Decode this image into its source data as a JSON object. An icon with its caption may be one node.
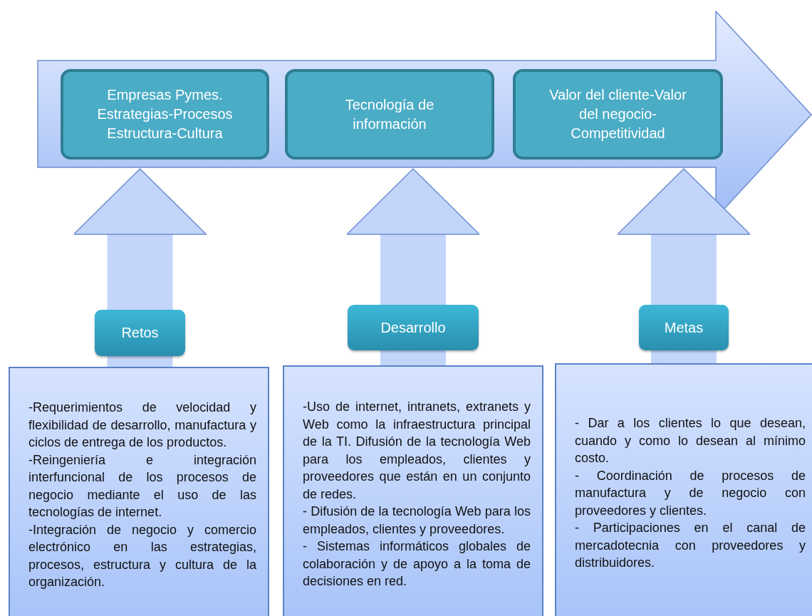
{
  "diagram": {
    "nodes": [
      {
        "text": [],
        "shape": "arrow"
      },
      {
        "text": [
          "Empresas Pymes. Estrategias-Procesos Estructura-Cultura"
        ],
        "in": 0
      },
      {
        "text": [
          "Tecnología de información"
        ],
        "in": 0
      },
      {
        "text": [
          "Valor del cliente-Valor del negocio-Competitividad"
        ],
        "in": 0
      },
      {
        "text": [
          "-Requerimientos de velocidad y flexibilidad de desarrollo, manufactura y ciclos de entrega de los productos.",
          "-Reingeniería e integración interfuncional de los procesos de negocio mediante el uso de las tecnologías de internet.",
          "-Integración de negocio y comercio electrónico en las estrategias, procesos, estructura y cultura de la organización."
        ]
      },
      {
        "text": [
          "-Uso de internet, intranets, extranets y Web como la infraestructura principal de la TI. Difusión de la tecnología Web para los empleados, clientes y proveedores que están en un conjunto de redes.",
          "- Difusión de la tecnología Web para los empleados, clientes y proveedores.",
          "- Sistemas informáticos globales de colaboración y de apoyo a la toma de decisiones en red."
        ]
      },
      {
        "text": [
          "- Dar a los clientes lo que desean, cuando y como lo desean al mínimo costo.",
          "- Coordinación de procesos de manufactura y de negocio con proveedores y clientes.",
          "- Participaciones en el canal de mercadotecnia con proveedores y distribuidores."
        ]
      }
    ],
    "edges": [
      {
        "from": 4,
        "to": 0,
        "arrow": "to",
        "label": "Retos"
      },
      {
        "from": 5,
        "to": 0,
        "arrow": "to",
        "label": "Desarrollo"
      },
      {
        "from": 6,
        "to": 0,
        "arrow": "to",
        "label": "Metas"
      }
    ]
  }
}
